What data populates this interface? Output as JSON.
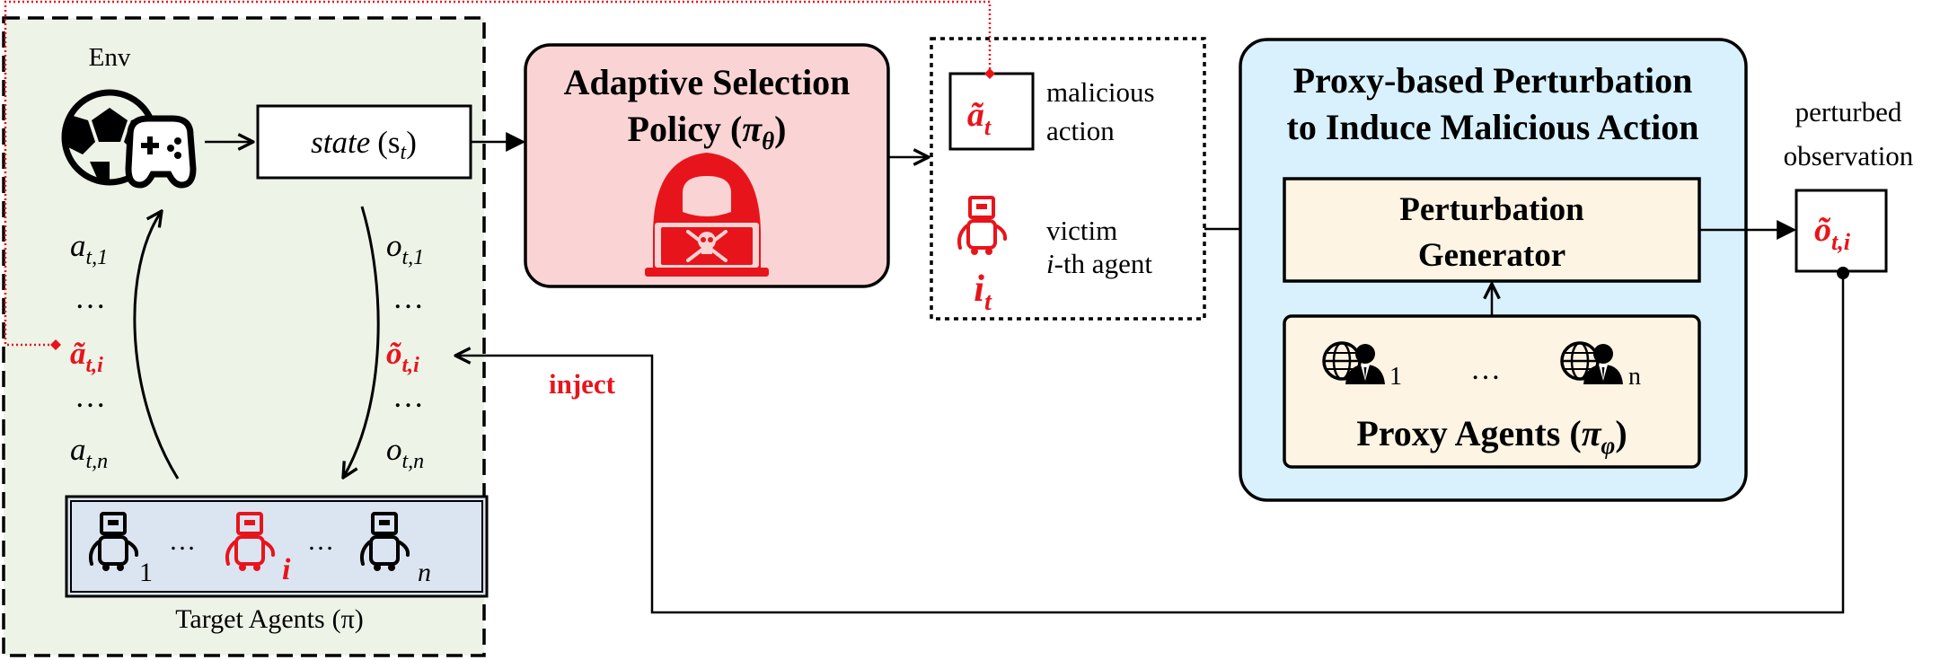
{
  "colors": {
    "red": "#e8141c",
    "black": "#000000",
    "env_panel_bg": "#eef3e8",
    "policy_box_bg": "#fad4d4",
    "proxy_panel_bg": "#d8f1fc",
    "generator_bg": "#fdf4e3",
    "agents_box_bg": "#dbe5f1"
  },
  "env": {
    "title": "Env",
    "state_text": "state",
    "state_sym": "(s",
    "state_sub": "t",
    "state_close": ")",
    "actions": {
      "a1": "a",
      "a1_sub": "t,1",
      "dots1": "…",
      "ai": "ã",
      "ai_sub": "t,i",
      "dots2": "…",
      "an": "a",
      "an_sub": "t,n"
    },
    "observations": {
      "o1": "o",
      "o1_sub": "t,1",
      "dots1": "…",
      "oi": "õ",
      "oi_sub": "t,i",
      "dots2": "…",
      "on": "o",
      "on_sub": "t,n"
    },
    "agents": {
      "sub1": "1",
      "dots_left": "…",
      "subi": "i",
      "dots_right": "…",
      "subn": "n"
    },
    "label": "Target Agents",
    "label_sym": "(π)"
  },
  "policy": {
    "line1": "Adaptive Selection",
    "line2": "Policy (",
    "sym": "π",
    "sub": "θ",
    "close": ")",
    "icon": "hooded-hacker-skull-laptop-icon"
  },
  "selection": {
    "action_sym": "ã",
    "action_sub": "t",
    "action_label1": "malicious",
    "action_label2": "action",
    "victim_sym": "i",
    "victim_sub": "t",
    "victim_label1": "victim",
    "victim_label2_i": "i",
    "victim_label2_rest": "-th agent",
    "icon": "robot-icon"
  },
  "proxy": {
    "title1": "Proxy-based Perturbation",
    "title2": "to Induce Malicious Action",
    "gen1": "Perturbation",
    "gen2": "Generator",
    "agents_sub1": "1",
    "agents_dots": "…",
    "agents_subn": "n",
    "agents_label": "Proxy Agents (",
    "agents_sym": "π",
    "agents_sym_sub": "φ",
    "agents_close": ")",
    "icon": "globe-businessman-icon"
  },
  "output": {
    "label1": "perturbed",
    "label2": "observation",
    "sym": "õ",
    "sub": "t,i"
  },
  "inject_label": "inject"
}
